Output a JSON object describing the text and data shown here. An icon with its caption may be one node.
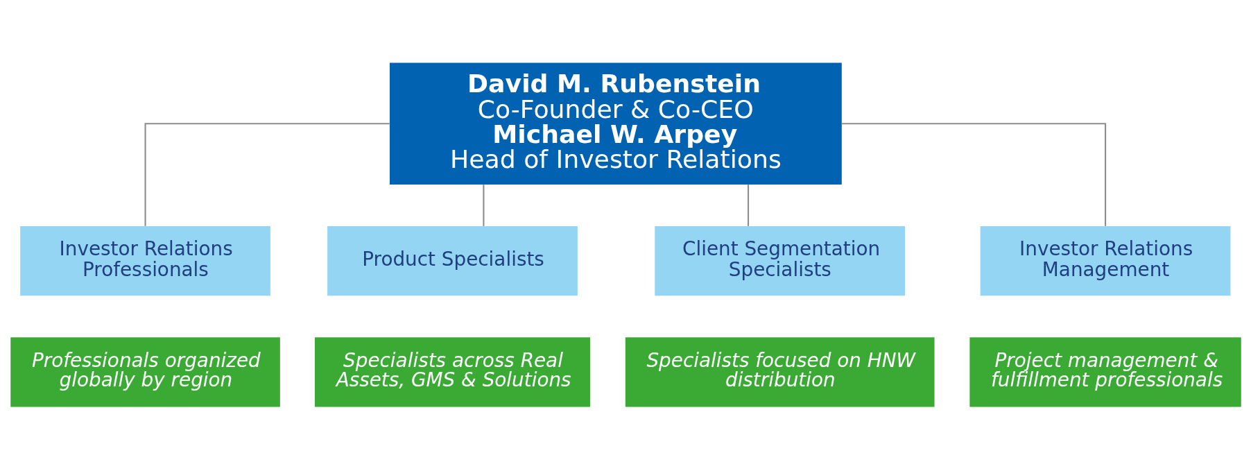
{
  "diagram": {
    "nodes": [
      {
        "text": [
          "David M. Rubenstein",
          "Co-Founder & Co-CEO",
          "Michael W. Arpey",
          "Head of Investor Relations"
        ]
      },
      {
        "text": [
          "Investor Relations Professionals"
        ]
      },
      {
        "text": [
          "Product Specialists"
        ]
      },
      {
        "text": [
          "Client Segmentation Specialists"
        ]
      },
      {
        "text": [
          "Investor Relations Management"
        ]
      },
      {
        "text": [
          "Professionals organized globally by region"
        ]
      },
      {
        "text": [
          "Specialists across Real Assets, GMS & Solutions"
        ]
      },
      {
        "text": [
          "Specialists focused on HNW distribution"
        ]
      },
      {
        "text": [
          "Project management & fulfillment professionals"
        ]
      }
    ],
    "edges": [
      {
        "from": 0,
        "to": 1,
        "arrow": "none"
      },
      {
        "from": 0,
        "to": 2,
        "arrow": "none"
      },
      {
        "from": 0,
        "to": 3,
        "arrow": "none"
      },
      {
        "from": 0,
        "to": 4,
        "arrow": "none"
      }
    ]
  }
}
